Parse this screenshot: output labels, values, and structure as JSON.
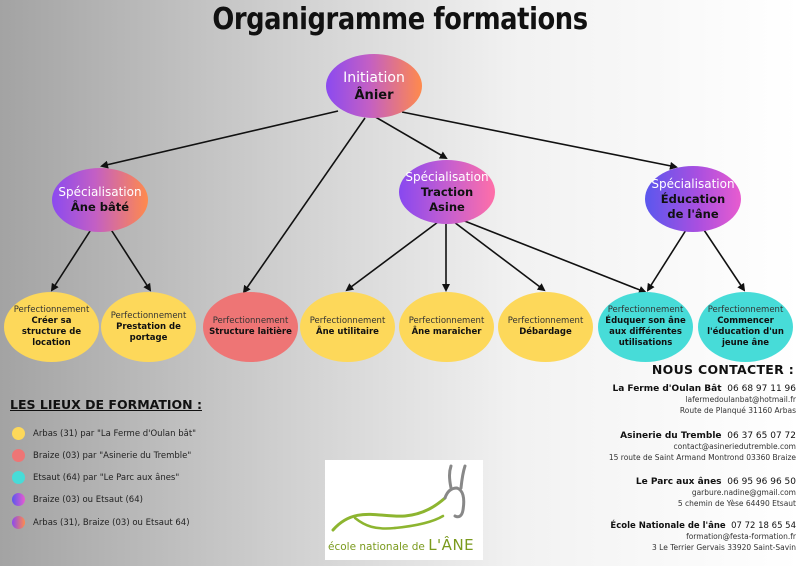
{
  "title": "Organigramme formations",
  "root": {
    "level": "Initiation",
    "name": "Ânier"
  },
  "specialisations": [
    {
      "level": "Spécialisation",
      "name": "Âne bâté"
    },
    {
      "level": "Spécialisation",
      "name": "Traction Asine"
    },
    {
      "level": "Spécialisation",
      "name": "Éducation de l'âne"
    }
  ],
  "perfectionnements": [
    {
      "level": "Perfectionnement",
      "name": "Créer sa structure de location",
      "color": "#fdd85a"
    },
    {
      "level": "Perfectionnement",
      "name": "Prestation de portage",
      "color": "#fdd85a"
    },
    {
      "level": "Perfectionnement",
      "name": "Structure laitière",
      "color": "#ee7575"
    },
    {
      "level": "Perfectionnement",
      "name": "Âne utilitaire",
      "color": "#fdd85a"
    },
    {
      "level": "Perfectionnement",
      "name": "Âne maraicher",
      "color": "#fdd85a"
    },
    {
      "level": "Perfectionnement",
      "name": "Débardage",
      "color": "#fdd85a"
    },
    {
      "level": "Perfectionnement",
      "name": "Éduquer son âne aux différentes utilisations",
      "color": "#47dcd8"
    },
    {
      "level": "Perfectionnement",
      "name": "Commencer l'éducation d'un jeune âne",
      "color": "#47dcd8"
    }
  ],
  "lieux": {
    "title": "LES LIEUX DE FORMATION :",
    "items": [
      {
        "text": "Arbas (31) par \"La Ferme d'Oulan bât\"",
        "color": "#fdd85a"
      },
      {
        "text": "Braize (03) par \"Asinerie du Tremble\"",
        "color": "#ee7575"
      },
      {
        "text": "Etsaut (64) par \"Le Parc aux ânes\"",
        "color": "#47dcd8"
      },
      {
        "text": "Braize (03) ou Etsaut (64)",
        "color": "#7a4cf0"
      },
      {
        "text": "Arbas (31), Braize (03) ou Etsaut 64)",
        "color": "#9b55e8"
      }
    ]
  },
  "contact": {
    "title": "NOUS CONTACTER :",
    "entries": [
      {
        "name": "La Ferme d'Oulan Bât",
        "phone": "06 68 97 11 96",
        "email": "lafermedoulanbat@hotmail.fr",
        "address": "Route de Planqué 31160 Arbas"
      },
      {
        "name": "Asinerie du Tremble",
        "phone": "06 37 65 07 72",
        "email": "contact@asineriedutremble.com",
        "address": "15 route de Saint Armand Montrond 03360 Braize"
      },
      {
        "name": "Le Parc aux ânes",
        "phone": "06 95 96 96 50",
        "email": "garbure.nadine@gmail.com",
        "address": "5 chemin de Yèse 64490 Etsaut"
      },
      {
        "name": "École Nationale de l'âne",
        "phone": "07 72 18 65 54",
        "email": "formation@festa-formation.fr",
        "address": "3 Le Terrier Gervais 33920 Saint-Savin"
      }
    ]
  },
  "logo": {
    "text_small": "école nationale de",
    "text_big": "L'ÂNE"
  }
}
